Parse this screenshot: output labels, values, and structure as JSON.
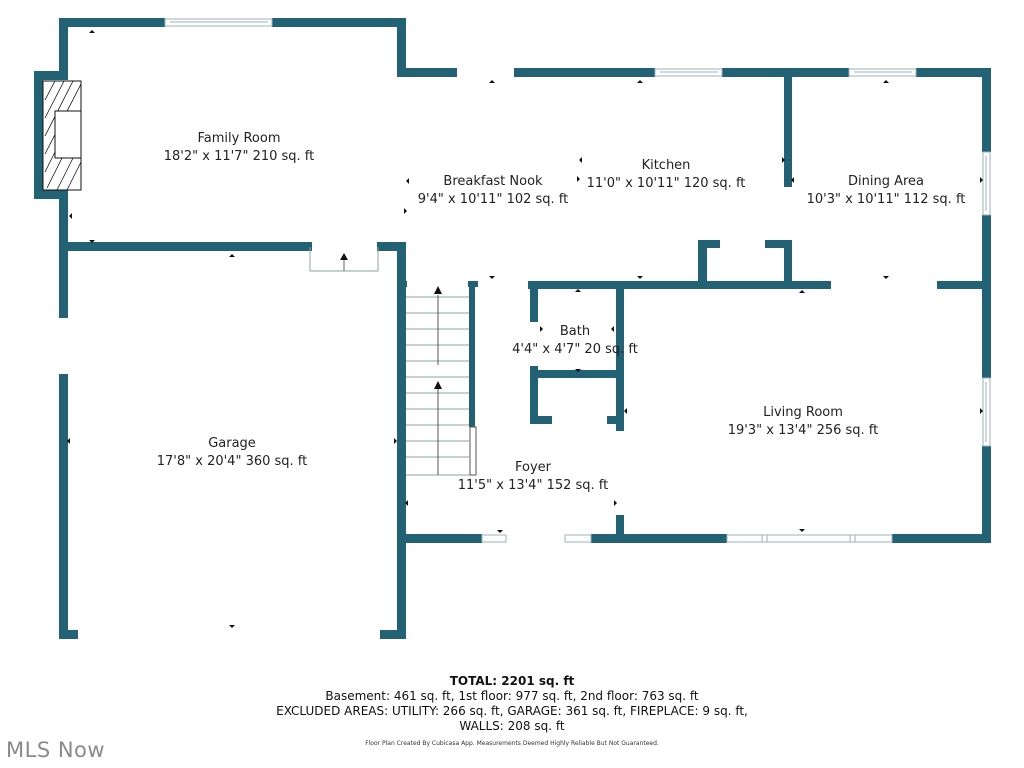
{
  "floor_plan": {
    "wall_color": "#236174",
    "rooms": [
      {
        "name": "Family Room",
        "dims": "18'2\" x 11'7\" 210 sq. ft"
      },
      {
        "name": "Breakfast Nook",
        "dims": "9'4\" x 10'11\" 102 sq. ft"
      },
      {
        "name": "Kitchen",
        "dims": "11'0\" x 10'11\" 120 sq. ft"
      },
      {
        "name": "Dining Area",
        "dims": "10'3\" x 10'11\" 112 sq. ft"
      },
      {
        "name": "Bath",
        "dims": "4'4\" x 4'7\" 20 sq. ft"
      },
      {
        "name": "Living Room",
        "dims": "19'3\" x 13'4\" 256 sq. ft"
      },
      {
        "name": "Garage",
        "dims": "17'8\" x 20'4\" 360 sq. ft"
      },
      {
        "name": "Foyer",
        "dims": "11'5\" x 13'4\" 152 sq. ft"
      }
    ]
  },
  "summary": {
    "total": "TOTAL: 2201 sq. ft",
    "floors": "Basement: 461 sq. ft, 1st floor: 977 sq. ft, 2nd floor: 763 sq. ft",
    "excluded": "EXCLUDED AREAS: UTILITY: 266 sq. ft, GARAGE: 361 sq. ft, FIREPLACE: 9 sq. ft,",
    "walls": "WALLS: 208 sq. ft",
    "credit": "Floor Plan Created By Cubicasa App. Measurements Deemed Highly Reliable But Not Guaranteed."
  },
  "watermark": "MLS Now"
}
